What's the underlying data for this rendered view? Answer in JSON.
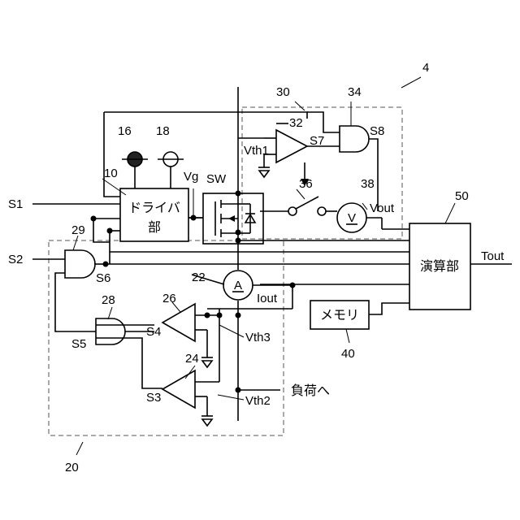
{
  "labels": {
    "n4": "4",
    "n30": "30",
    "n34": "34",
    "n32": "32",
    "s8": "S8",
    "s7": "S7",
    "vth1": "Vth1",
    "n36": "36",
    "n38": "38",
    "vout": "Vout",
    "v_meter": "V",
    "n16": "16",
    "n18": "18",
    "n10": "10",
    "vg": "Vg",
    "sw": "SW",
    "s1": "S1",
    "s2": "S2",
    "n29": "29",
    "s6": "S6",
    "driver_line1": "ドライバ",
    "driver_line2": "部",
    "n22": "22",
    "a_meter": "A",
    "iout": "Iout",
    "n26": "26",
    "n28": "28",
    "s4": "S4",
    "s5": "S5",
    "vth3": "Vth3",
    "n24": "24",
    "s3": "S3",
    "vth2": "Vth2",
    "to_load": "負荷へ",
    "memory": "メモリ",
    "n40": "40",
    "calc": "演算部",
    "n50": "50",
    "tout": "Tout",
    "n20": "20"
  }
}
